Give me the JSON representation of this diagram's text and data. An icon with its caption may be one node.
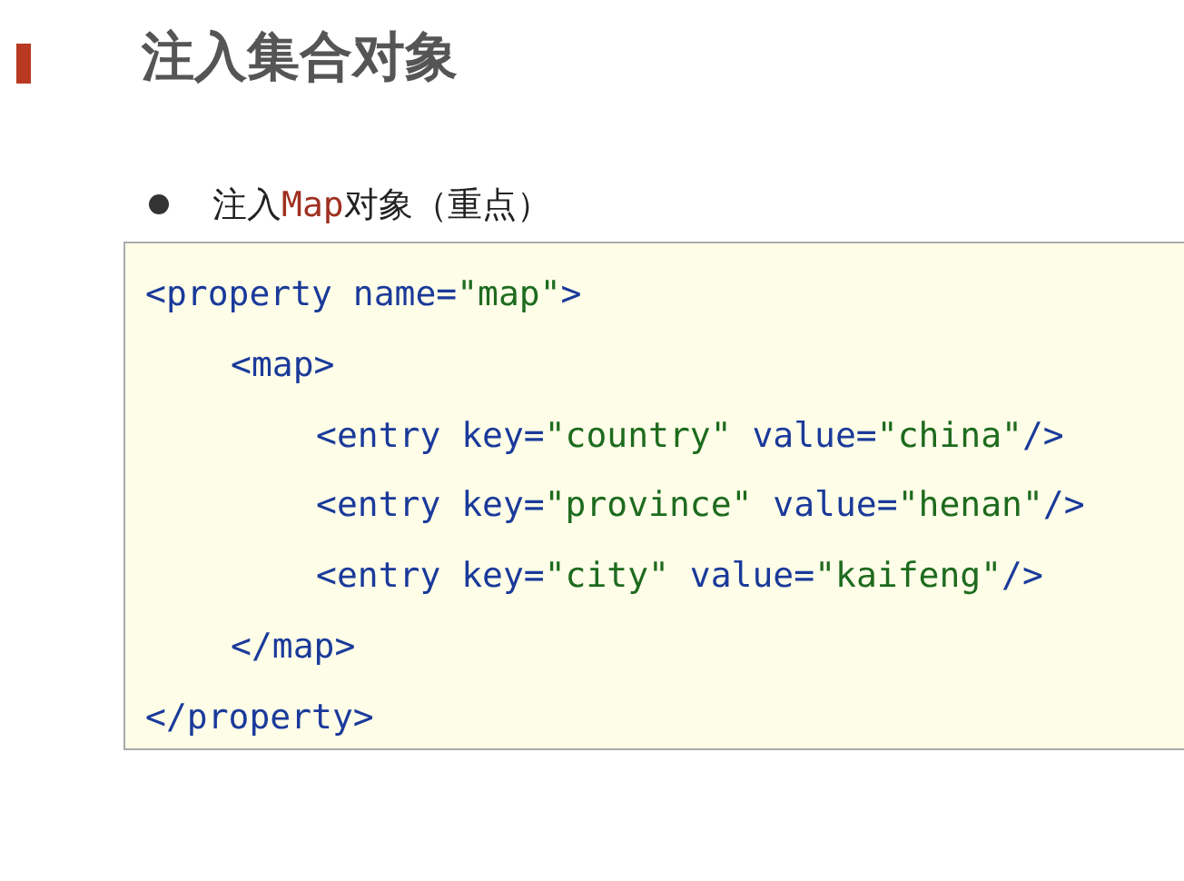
{
  "diagram": {
    "title": "注入集合对象",
    "labels": [
      "注入**Map**对象（重点）"
    ],
    "nodes": [
      {
        "text": [
          "<property name=\"map\">",
          "<map>",
          "<entry key=\"country\" value=\"china\"/>",
          "<entry key=\"province\" value=\"henan\"/>",
          "<entry key=\"city\" value=\"kaifeng\"/>",
          "</map>",
          "</property>"
        ]
      }
    ]
  }
}
